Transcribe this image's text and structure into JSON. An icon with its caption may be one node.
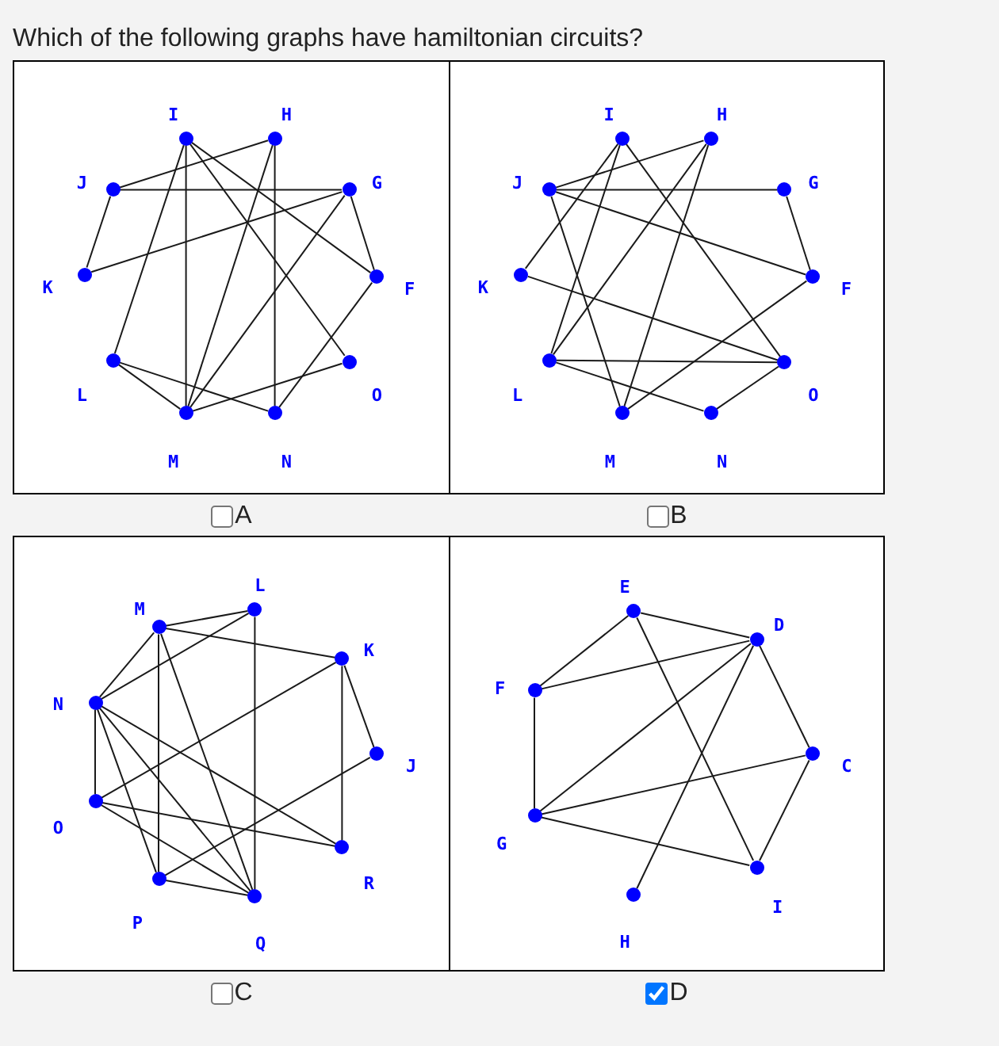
{
  "diagram": {
    "title": "Which of the following graphs have hamiltonian circuits?",
    "nodes": [
      {
        "text": [
          "A"
        ]
      },
      {
        "text": [
          "I"
        ],
        "in": 0
      },
      {
        "text": [
          "H"
        ],
        "in": 0
      },
      {
        "text": [
          "J"
        ],
        "in": 0
      },
      {
        "text": [
          "G"
        ],
        "in": 0
      },
      {
        "text": [
          "K"
        ],
        "in": 0
      },
      {
        "text": [
          "F"
        ],
        "in": 0
      },
      {
        "text": [
          "L"
        ],
        "in": 0
      },
      {
        "text": [
          "O"
        ],
        "in": 0
      },
      {
        "text": [
          "M"
        ],
        "in": 0
      },
      {
        "text": [
          "N"
        ],
        "in": 0
      },
      {
        "text": [
          "B"
        ]
      },
      {
        "text": [
          "I"
        ],
        "in": 11
      },
      {
        "text": [
          "H"
        ],
        "in": 11
      },
      {
        "text": [
          "J"
        ],
        "in": 11
      },
      {
        "text": [
          "G"
        ],
        "in": 11
      },
      {
        "text": [
          "K"
        ],
        "in": 11
      },
      {
        "text": [
          "F"
        ],
        "in": 11
      },
      {
        "text": [
          "L"
        ],
        "in": 11
      },
      {
        "text": [
          "O"
        ],
        "in": 11
      },
      {
        "text": [
          "M"
        ],
        "in": 11
      },
      {
        "text": [
          "N"
        ],
        "in": 11
      },
      {
        "text": [
          "C"
        ]
      },
      {
        "text": [
          "L"
        ],
        "in": 22
      },
      {
        "text": [
          "M"
        ],
        "in": 22
      },
      {
        "text": [
          "K"
        ],
        "in": 22
      },
      {
        "text": [
          "N"
        ],
        "in": 22
      },
      {
        "text": [
          "J"
        ],
        "in": 22
      },
      {
        "text": [
          "O"
        ],
        "in": 22
      },
      {
        "text": [
          "R"
        ],
        "in": 22
      },
      {
        "text": [
          "P"
        ],
        "in": 22
      },
      {
        "text": [
          "Q"
        ],
        "in": 22
      },
      {
        "text": [
          "D"
        ]
      },
      {
        "text": [
          "E"
        ],
        "in": 32
      },
      {
        "text": [
          "D"
        ],
        "in": 32
      },
      {
        "text": [
          "F"
        ],
        "in": 32
      },
      {
        "text": [
          "C"
        ],
        "in": 32
      },
      {
        "text": [
          "G"
        ],
        "in": 32
      },
      {
        "text": [
          "I"
        ],
        "in": 32
      },
      {
        "text": [
          "H"
        ],
        "in": 32
      }
    ],
    "edges": [
      {
        "from": 1,
        "to": 6,
        "arrow": "none"
      },
      {
        "from": 1,
        "to": 7,
        "arrow": "none"
      },
      {
        "from": 1,
        "to": 8,
        "arrow": "none"
      },
      {
        "from": 1,
        "to": 9,
        "arrow": "none"
      },
      {
        "from": 2,
        "to": 3,
        "arrow": "none"
      },
      {
        "from": 2,
        "to": 9,
        "arrow": "none"
      },
      {
        "from": 2,
        "to": 10,
        "arrow": "none"
      },
      {
        "from": 3,
        "to": 4,
        "arrow": "none"
      },
      {
        "from": 3,
        "to": 5,
        "arrow": "none"
      },
      {
        "from": 4,
        "to": 5,
        "arrow": "none"
      },
      {
        "from": 4,
        "to": 6,
        "arrow": "none"
      },
      {
        "from": 4,
        "to": 9,
        "arrow": "none"
      },
      {
        "from": 6,
        "to": 10,
        "arrow": "none"
      },
      {
        "from": 7,
        "to": 9,
        "arrow": "none"
      },
      {
        "from": 7,
        "to": 10,
        "arrow": "none"
      },
      {
        "from": 8,
        "to": 9,
        "arrow": "none"
      },
      {
        "from": 12,
        "to": 16,
        "arrow": "none"
      },
      {
        "from": 12,
        "to": 18,
        "arrow": "none"
      },
      {
        "from": 12,
        "to": 19,
        "arrow": "none"
      },
      {
        "from": 13,
        "to": 14,
        "arrow": "none"
      },
      {
        "from": 13,
        "to": 18,
        "arrow": "none"
      },
      {
        "from": 13,
        "to": 20,
        "arrow": "none"
      },
      {
        "from": 14,
        "to": 15,
        "arrow": "none"
      },
      {
        "from": 14,
        "to": 17,
        "arrow": "none"
      },
      {
        "from": 14,
        "to": 20,
        "arrow": "none"
      },
      {
        "from": 15,
        "to": 17,
        "arrow": "none"
      },
      {
        "from": 16,
        "to": 19,
        "arrow": "none"
      },
      {
        "from": 17,
        "to": 20,
        "arrow": "none"
      },
      {
        "from": 18,
        "to": 19,
        "arrow": "none"
      },
      {
        "from": 18,
        "to": 21,
        "arrow": "none"
      },
      {
        "from": 19,
        "to": 21,
        "arrow": "none"
      },
      {
        "from": 23,
        "to": 24,
        "arrow": "none"
      },
      {
        "from": 23,
        "to": 26,
        "arrow": "none"
      },
      {
        "from": 23,
        "to": 31,
        "arrow": "none"
      },
      {
        "from": 24,
        "to": 25,
        "arrow": "none"
      },
      {
        "from": 24,
        "to": 26,
        "arrow": "none"
      },
      {
        "from": 24,
        "to": 30,
        "arrow": "none"
      },
      {
        "from": 24,
        "to": 31,
        "arrow": "none"
      },
      {
        "from": 25,
        "to": 27,
        "arrow": "none"
      },
      {
        "from": 25,
        "to": 28,
        "arrow": "none"
      },
      {
        "from": 25,
        "to": 29,
        "arrow": "none"
      },
      {
        "from": 26,
        "to": 28,
        "arrow": "none"
      },
      {
        "from": 26,
        "to": 29,
        "arrow": "none"
      },
      {
        "from": 26,
        "to": 30,
        "arrow": "none"
      },
      {
        "from": 26,
        "to": 31,
        "arrow": "none"
      },
      {
        "from": 27,
        "to": 30,
        "arrow": "none"
      },
      {
        "from": 28,
        "to": 29,
        "arrow": "none"
      },
      {
        "from": 28,
        "to": 31,
        "arrow": "none"
      },
      {
        "from": 30,
        "to": 31,
        "arrow": "none"
      },
      {
        "from": 33,
        "to": 34,
        "arrow": "none"
      },
      {
        "from": 33,
        "to": 35,
        "arrow": "none"
      },
      {
        "from": 33,
        "to": 38,
        "arrow": "none"
      },
      {
        "from": 34,
        "to": 35,
        "arrow": "none"
      },
      {
        "from": 34,
        "to": 36,
        "arrow": "none"
      },
      {
        "from": 34,
        "to": 37,
        "arrow": "none"
      },
      {
        "from": 34,
        "to": 39,
        "arrow": "none"
      },
      {
        "from": 35,
        "to": 37,
        "arrow": "none"
      },
      {
        "from": 36,
        "to": 37,
        "arrow": "none"
      },
      {
        "from": 36,
        "to": 38,
        "arrow": "none"
      },
      {
        "from": 37,
        "to": 38,
        "arrow": "none"
      }
    ]
  }
}
